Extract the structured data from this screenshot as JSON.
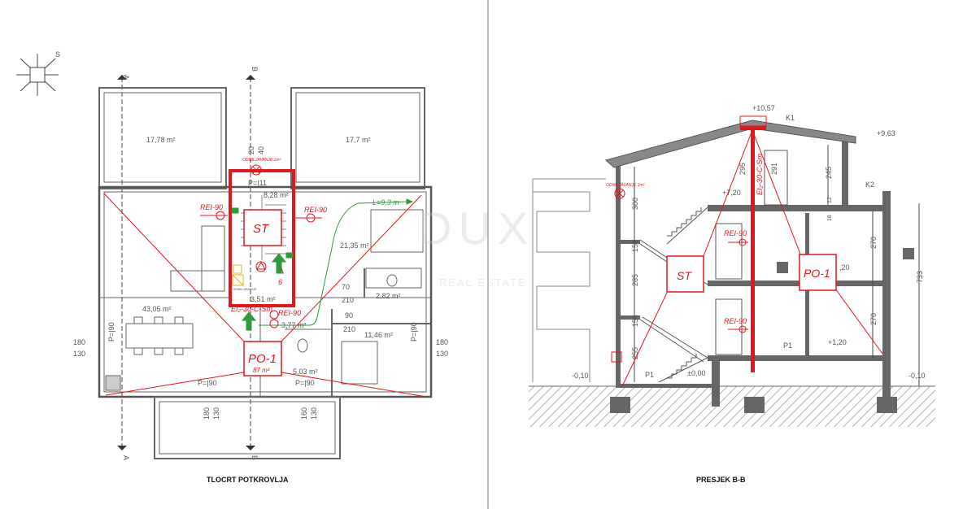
{
  "colors": {
    "fire": "#e8141b",
    "exit": "#2e9a3a",
    "line": "#555555",
    "wall": "#6a6a6a"
  },
  "watermark": {
    "brand": "DUX",
    "sub": "REAL ESTATE"
  },
  "plan": {
    "title": "TLOCRT POTKROVLJA",
    "section_marks": [
      "A",
      "B",
      "A",
      "B"
    ],
    "compass": "S",
    "rooms": {
      "terrace_left": "17,78 m²",
      "terrace_right": "17,7 m²",
      "stair": "8,28 m²",
      "living": "43,05 m²",
      "bedroom1": "21,35 m²",
      "hall": "3,51 m²",
      "corridor": "3,77 m²",
      "bath1": "2,82 m²",
      "bedroom2": "11,46 m²",
      "bath2": "5,03 m²"
    },
    "labels": {
      "p11": "P=|11",
      "p90a": "P=|90",
      "p90b": "P=|90",
      "p90c": "P=|90",
      "p90d": "P=|90",
      "smoke": "ODIMLJAVANJE 1m²",
      "smoke2": "ODIMLJAVANJE",
      "rei_left": "REI-90",
      "rei_right": "REI-90",
      "rei_bottom": "REI-90",
      "ei": "EI₂-30-C-Sm",
      "escape": "L=9,3 m",
      "st": "ST",
      "po1": "PO-1",
      "po1_area": "87 m²",
      "d1": "70",
      "d2": "210",
      "d3": "90",
      "d4": "210",
      "d5": "180",
      "d6": "130",
      "d7": "180",
      "d8": "130",
      "d9": "180",
      "d10": "130",
      "d11": "160",
      "d12": "130",
      "d13": "20",
      "d14": "40",
      "occupants": "6"
    }
  },
  "section": {
    "title": "PRESJEK B-B",
    "levels": {
      "top": "+10,57",
      "eave": "+9,63",
      "upper": "+7,20",
      "mid": ",20",
      "first": "+1,20",
      "ground": "±0,00",
      "out_left": "-0,10",
      "out_right": "-0,10"
    },
    "tags": {
      "k1": "K1",
      "k2": "K2",
      "p1a": "P1",
      "p1b": "P1"
    },
    "dims": {
      "d300": "300",
      "d154a": "154",
      "d285": "285",
      "d154b": "154",
      "d255": "255",
      "d295": "295",
      "d291": "291",
      "d245": "245",
      "d270a": "270",
      "d270b": "270",
      "d733": "733",
      "d12": "12",
      "d18": "18"
    },
    "labels": {
      "st": "ST",
      "po1": "PO-1",
      "rei1": "REI-90",
      "rei2": "REI-90",
      "ei": "EI₂-30-C-Sm",
      "smoke": "ODIMLJAVANJE 1m²"
    }
  }
}
